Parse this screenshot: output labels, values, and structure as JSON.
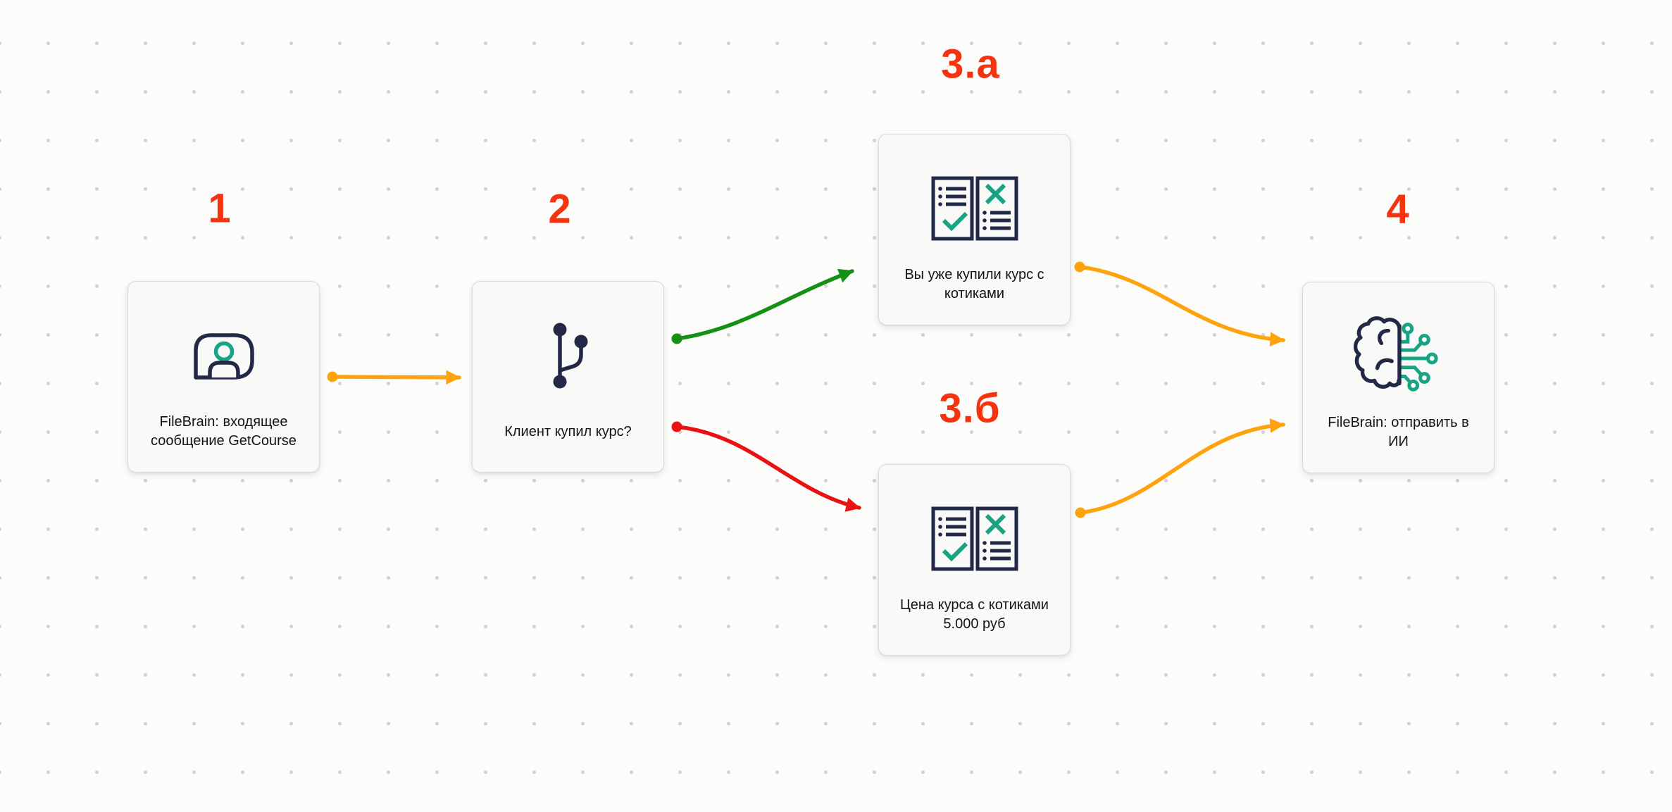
{
  "colors": {
    "page-bg": "#fcfcfb",
    "grid-dot": "#d2d2d2",
    "card-bg": "#f9f9f8",
    "card-border": "#dadad7",
    "node-text": "#141414",
    "step-red": "#f5330f",
    "arrow-orange": "#ffa30d",
    "arrow-green": "#149114",
    "arrow-red": "#e91111",
    "icon-navy": "#242847",
    "icon-teal": "#17a384"
  },
  "nodes": [
    {
      "step": "1",
      "title": "FileBrain: входящее\nсообщение GetCourse",
      "icon": "chat-user-icon"
    },
    {
      "step": "2",
      "title": "Клиент купил курс?",
      "icon": "branch-icon"
    },
    {
      "step": "3.а",
      "title": "Вы уже купили курс с\nкотиками",
      "icon": "checklist-icon"
    },
    {
      "step": "3.б",
      "title": "Цена курса с котиками\n5.000 руб",
      "icon": "checklist-icon"
    },
    {
      "step": "4",
      "title": "FileBrain: отправить в\nИИ",
      "icon": "ai-brain-icon"
    }
  ],
  "edges": [
    {
      "from": "1",
      "to": "2",
      "color": "orange"
    },
    {
      "from": "2",
      "to": "3.а",
      "color": "green"
    },
    {
      "from": "2",
      "to": "3.б",
      "color": "red"
    },
    {
      "from": "3.а",
      "to": "4",
      "color": "orange"
    },
    {
      "from": "3.б",
      "to": "4",
      "color": "orange"
    }
  ]
}
